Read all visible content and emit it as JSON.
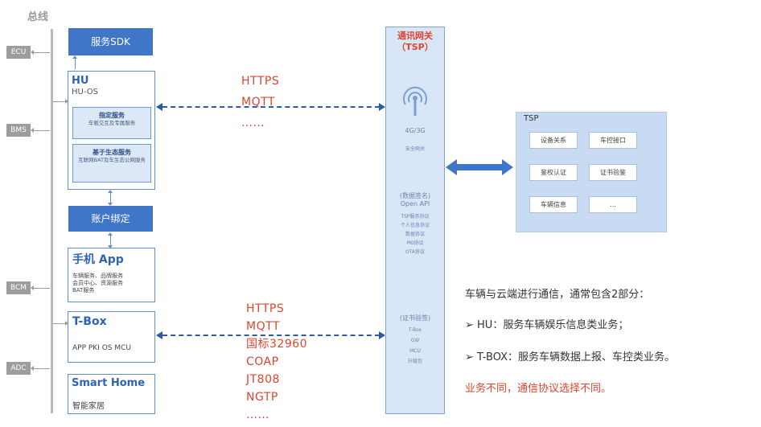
{
  "bus": {
    "title": "总线",
    "ecus": [
      "ECU",
      "BMS",
      "BCM",
      "ADC"
    ]
  },
  "service_sdk": "服务SDK",
  "hu": {
    "title": "HU",
    "os": "HU-OS",
    "box1_title": "指定服务",
    "box1_desc": "车载交互及专属服务",
    "box2_title": "基于生态服务",
    "box2_desc": "互联网BAT及车生态公网服务"
  },
  "account_binding": "账户绑定",
  "phone_app": {
    "title": "手机 App",
    "desc": [
      "车辆服务、品牌服务",
      "会员中心、资源服务",
      "BAT服务"
    ]
  },
  "tbox": {
    "title": "T-Box",
    "sub": "APP PKI  OS MCU"
  },
  "smart_home": {
    "title": "Smart Home",
    "sub": "智能家居"
  },
  "protocols_hu": [
    "HTTPS",
    "MQTT",
    "……"
  ],
  "protocols_tbox": [
    "HTTPS",
    "MQTT",
    "国标32960",
    "COAP",
    "JT808",
    "NGTP",
    "……"
  ],
  "gateway": {
    "title_line1": "通讯网关",
    "title_line2": "（TSP）",
    "net": "4G/3G",
    "security": "安全网关",
    "data_header": "(数据签名)",
    "openapi": "Open API",
    "data_items": [
      "TSP服务协议",
      "个人信息协议",
      "数据协议",
      "PKI协议",
      "OTA协议"
    ],
    "cert_header": "(证书验签)",
    "cert_items": [
      "T-Box",
      "GW",
      "MCU",
      "升级包"
    ]
  },
  "tsp": {
    "title": "TSP",
    "items": [
      "设备关系",
      "车控接口",
      "鉴权认证",
      "证书验鉴",
      "车辆信息",
      "…"
    ]
  },
  "summary": {
    "line1": "车辆与云端进行通信，通常包含2部分：",
    "line2": "➢ HU：服务车辆娱乐信息类业务；",
    "line3": "➢ T-BOX：服务车辆数据上报、车控类业务。",
    "line4": "业务不同，通信协议选择不同。"
  },
  "colors": {
    "accent": "#3f76c7",
    "protocol_red": "#e0442d",
    "arrow_blue": "#2c5aa5",
    "panel_blue": "#c9dbf3"
  }
}
